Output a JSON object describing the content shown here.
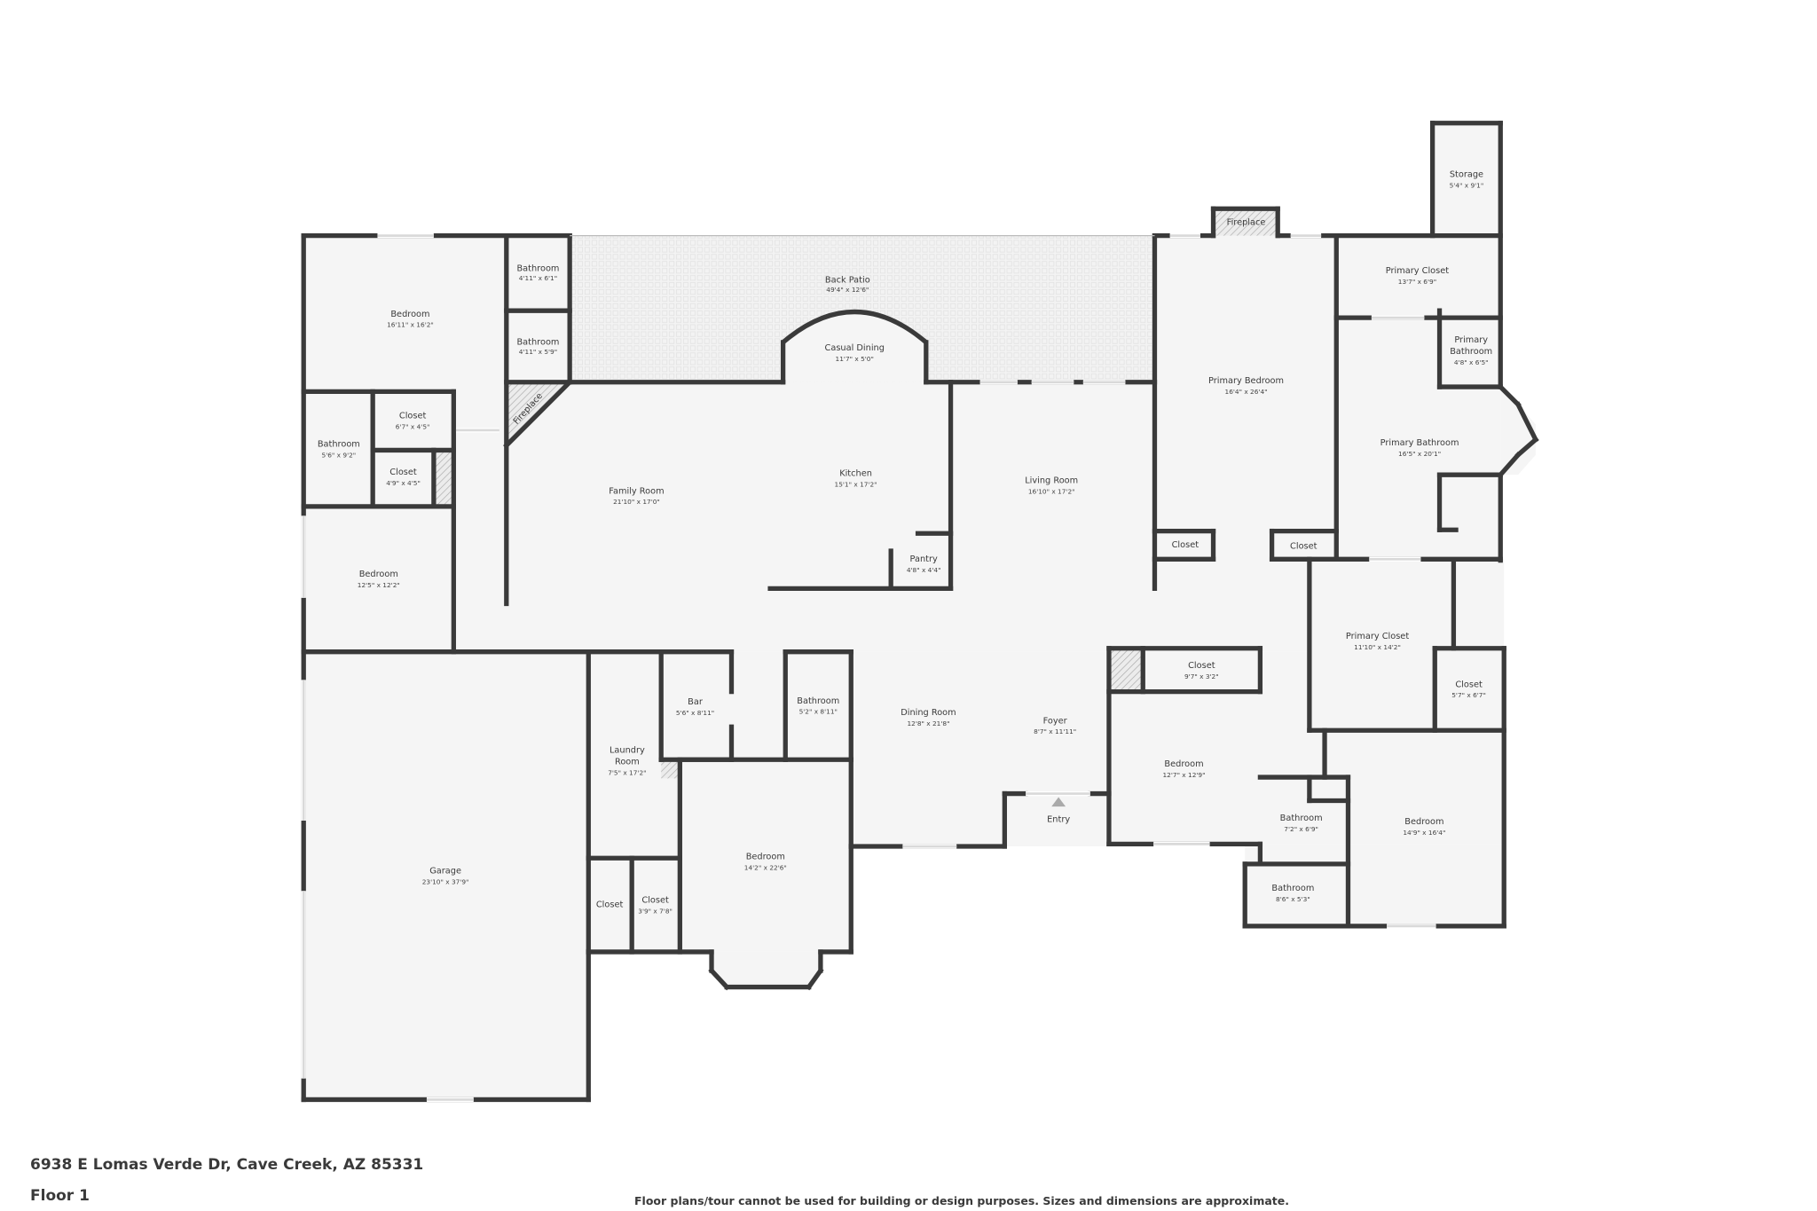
{
  "rooms": {
    "bedroom_nw": {
      "name": "Bedroom",
      "dims": "16'11\" x 16'2\""
    },
    "bath_a": {
      "name": "Bathroom",
      "dims": "4'11\" x 6'1\""
    },
    "bath_b": {
      "name": "Bathroom",
      "dims": "4'11\" x 5'9\""
    },
    "back_patio": {
      "name": "Back Patio",
      "dims": "49'4\" x 12'6\""
    },
    "casual_dining": {
      "name": "Casual Dining",
      "dims": "11'7\" x 5'0\""
    },
    "fireplace_family": {
      "name": "Fireplace"
    },
    "closet_a": {
      "name": "Closet",
      "dims": "6'7\" x 4'5\""
    },
    "bath_c": {
      "name": "Bathroom",
      "dims": "5'6\" x 9'2\""
    },
    "closet_b": {
      "name": "Closet",
      "dims": "4'9\" x 4'5\""
    },
    "bedroom_w": {
      "name": "Bedroom",
      "dims": "12'5\" x 12'2\""
    },
    "family_room": {
      "name": "Family Room",
      "dims": "21'10\" x 17'0\""
    },
    "kitchen": {
      "name": "Kitchen",
      "dims": "15'1\" x 17'2\""
    },
    "pantry": {
      "name": "Pantry",
      "dims": "4'8\" x 4'4\""
    },
    "living_room": {
      "name": "Living Room",
      "dims": "16'10\" x 17'2\""
    },
    "fireplace_primary": {
      "name": "Fireplace"
    },
    "primary_bedroom": {
      "name": "Primary Bedroom",
      "dims": "16'4\" x 26'4\""
    },
    "storage": {
      "name": "Storage",
      "dims": "5'4\" x 9'1\""
    },
    "primary_closet_top": {
      "name": "Primary Closet",
      "dims": "13'7\" x 6'9\""
    },
    "primary_bath_small": {
      "name_line1": "Primary",
      "name_line2": "Bathroom",
      "dims": "4'8\" x 6'5\""
    },
    "primary_bath": {
      "name": "Primary Bathroom",
      "dims": "16'5\" x 20'1\""
    },
    "closet_pb1": {
      "name": "Closet"
    },
    "closet_pb2": {
      "name": "Closet"
    },
    "primary_closet": {
      "name": "Primary Closet",
      "dims": "11'10\" x 14'2\""
    },
    "closet_c": {
      "name": "Closet",
      "dims": "5'7\" x 6'7\""
    },
    "garage": {
      "name": "Garage",
      "dims": "23'10\" x 37'9\""
    },
    "laundry": {
      "name_line1": "Laundry",
      "name_line2": "Room",
      "dims": "7'5\" x 17'2\""
    },
    "bar": {
      "name": "Bar",
      "dims": "5'6\" x 8'11\""
    },
    "bath_d": {
      "name": "Bathroom",
      "dims": "5'2\" x 8'11\""
    },
    "closet_d": {
      "name": "Closet"
    },
    "closet_e": {
      "name": "Closet",
      "dims": "3'9\" x 7'8\""
    },
    "bedroom_s": {
      "name": "Bedroom",
      "dims": "14'2\" x 22'6\""
    },
    "dining_room": {
      "name": "Dining Room",
      "dims": "12'8\" x 21'8\""
    },
    "foyer": {
      "name": "Foyer",
      "dims": "8'7\" x 11'11\""
    },
    "entry": {
      "name": "Entry"
    },
    "closet_f": {
      "name": "Closet",
      "dims": "9'7\" x 3'2\""
    },
    "bedroom_se1": {
      "name": "Bedroom",
      "dims": "12'7\" x 12'9\""
    },
    "bath_e": {
      "name": "Bathroom",
      "dims": "7'2\" x 6'9\""
    },
    "bath_f": {
      "name": "Bathroom",
      "dims": "8'6\" x 5'3\""
    },
    "bedroom_se2": {
      "name": "Bedroom",
      "dims": "14'9\" x 16'4\""
    }
  },
  "footer": {
    "address": "6938 E Lomas Verde Dr, Cave Creek, AZ 85331",
    "floor": "Floor 1",
    "disclaimer": "Floor plans/tour cannot be used for building or design purposes. Sizes and dimensions are approximate."
  },
  "colors": {
    "wall": "#3a3a3a",
    "floor": "#f5f5f5",
    "window": "#d9d9d9"
  }
}
